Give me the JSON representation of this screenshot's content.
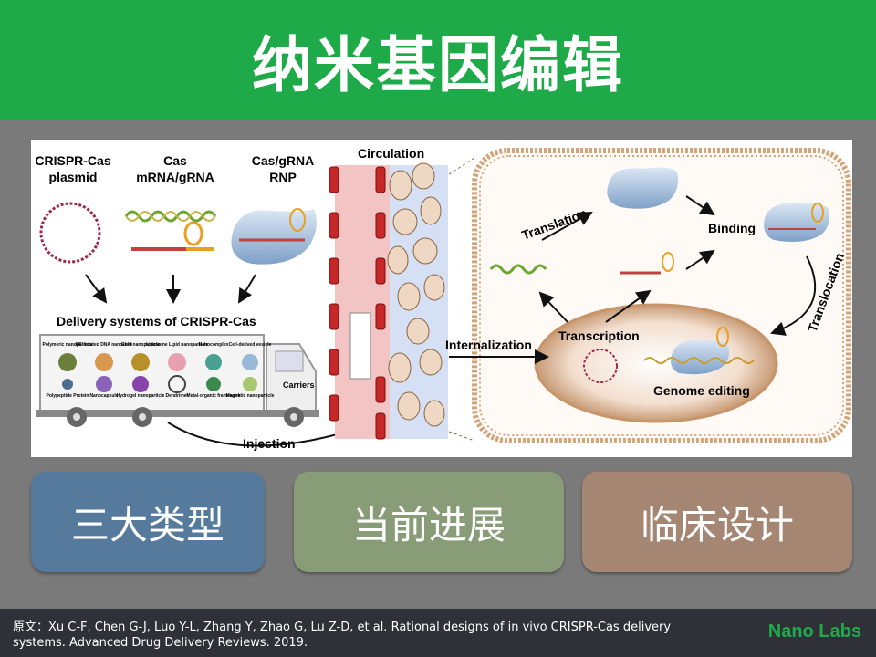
{
  "header": {
    "title": "纳米基因编辑"
  },
  "figure": {
    "cargo_labels": [
      {
        "line1": "CRISPR-Cas",
        "line2": "plasmid"
      },
      {
        "line1": "Cas",
        "line2": "mRNA/gRNA"
      },
      {
        "line1": "Cas/gRNA",
        "line2": "RNP"
      }
    ],
    "delivery_title": "Delivery systems of CRISPR-Cas",
    "nanoparticles": [
      {
        "top": "Polymeric nanoparticle",
        "bottom": "Polypeptide Protein"
      },
      {
        "top": "PEI-coated DNA nanoclew",
        "bottom": "Nanocapsule"
      },
      {
        "top": "Gold nanoparticle",
        "bottom": "Hydrogel nanoparticle"
      },
      {
        "top": "Liposome Lipid nanoparticle",
        "bottom": "Dendrimer"
      },
      {
        "top": "Nanocomplex",
        "bottom": "Metal-organic framework"
      },
      {
        "top": "Cell-derived vesicle",
        "bottom": "Magnetic nanoparticle"
      }
    ],
    "carriers": "Carriers",
    "injection": "Injection",
    "circulation": "Circulation",
    "internalization": "Internalization",
    "translation": "Translation",
    "binding": "Binding",
    "translocation": "Translocation",
    "transcription": "Transcription",
    "genome_editing": "Genome editing"
  },
  "buttons": [
    {
      "label": "三大类型",
      "color": "#567a9c"
    },
    {
      "label": "当前进展",
      "color": "#889c78"
    },
    {
      "label": "临床设计",
      "color": "#a48672"
    }
  ],
  "footer": {
    "citation": "原文：Xu C-F, Chen G-J, Luo Y-L, Zhang Y, Zhao G, Lu Z-D, et al. Rational designs of in vivo CRISPR-Cas delivery systems.  Advanced Drug Delivery Reviews. 2019.",
    "brand": "Nano Labs"
  }
}
